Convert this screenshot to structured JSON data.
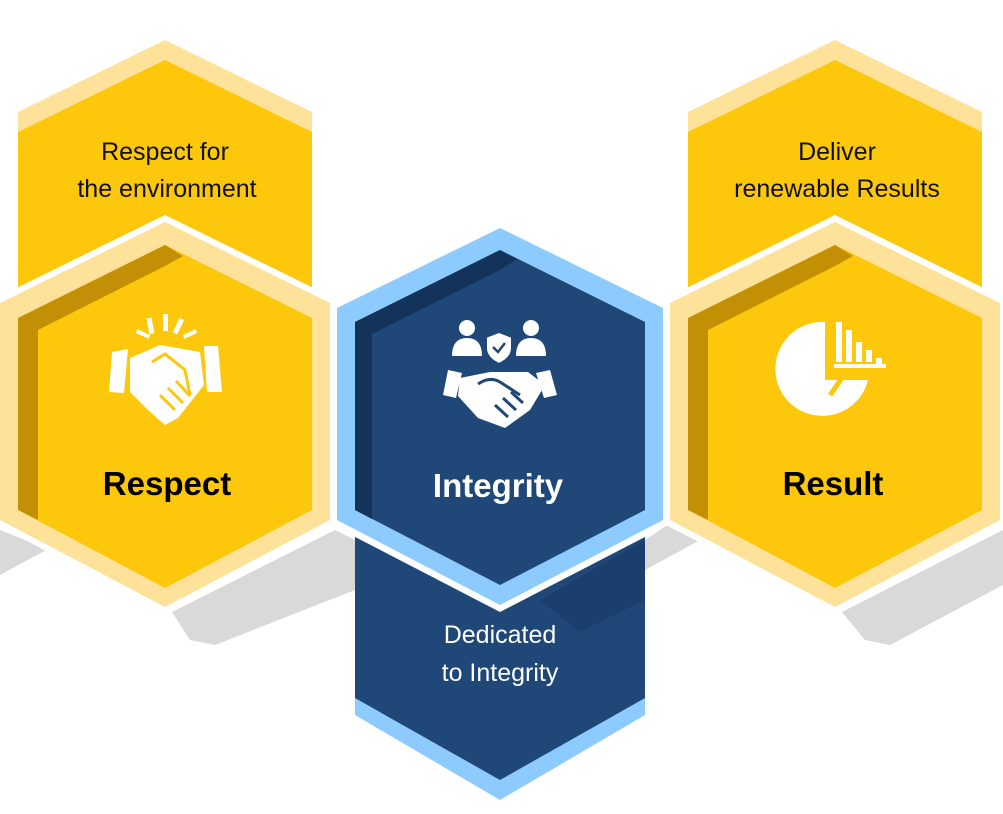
{
  "colors": {
    "yellow": "#FDC70C",
    "yellow_light": "#FEE29A",
    "yellow_dark": "#C28F05",
    "navy": "#1F4778",
    "navy_dark": "#13335A",
    "blue_light": "#8DCBFF",
    "shadow": "#D9D9D9"
  },
  "values": [
    {
      "title": "Respect",
      "description_line1": "Respect for",
      "description_line2": "the environment",
      "icon": "handshake-icon"
    },
    {
      "title": "Integrity",
      "description_line1": "Dedicated",
      "description_line2": "to Integrity",
      "icon": "people-shield-handshake-icon"
    },
    {
      "title": "Result",
      "description_line1": "Deliver",
      "description_line2": "renewable Results",
      "icon": "pie-bar-chart-icon"
    }
  ]
}
